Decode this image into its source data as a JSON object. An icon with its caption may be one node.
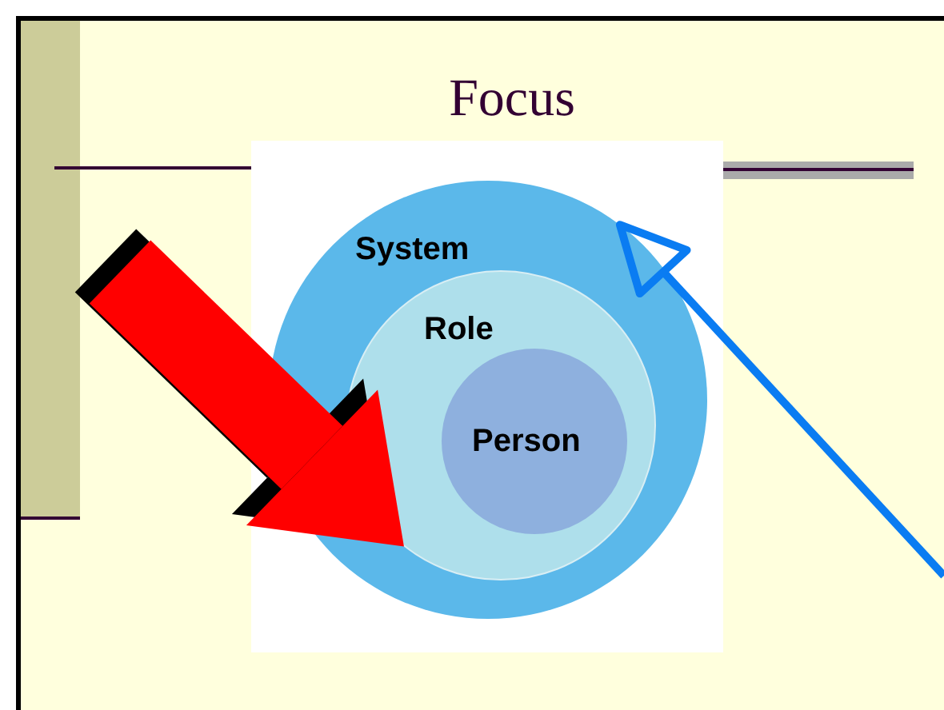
{
  "diagram": {
    "title": "Focus",
    "nodes": [
      {
        "text": [
          "System"
        ]
      },
      {
        "text": [
          "Role"
        ],
        "in": 0
      },
      {
        "text": [
          "Person"
        ],
        "in": 1
      }
    ],
    "edges": [
      {
        "from": null,
        "to": 1,
        "arrow": "to",
        "style": "thick",
        "color": "#ff0000"
      },
      {
        "from": null,
        "to": 0,
        "arrow": "to",
        "color": "#0a7cf2"
      }
    ]
  }
}
